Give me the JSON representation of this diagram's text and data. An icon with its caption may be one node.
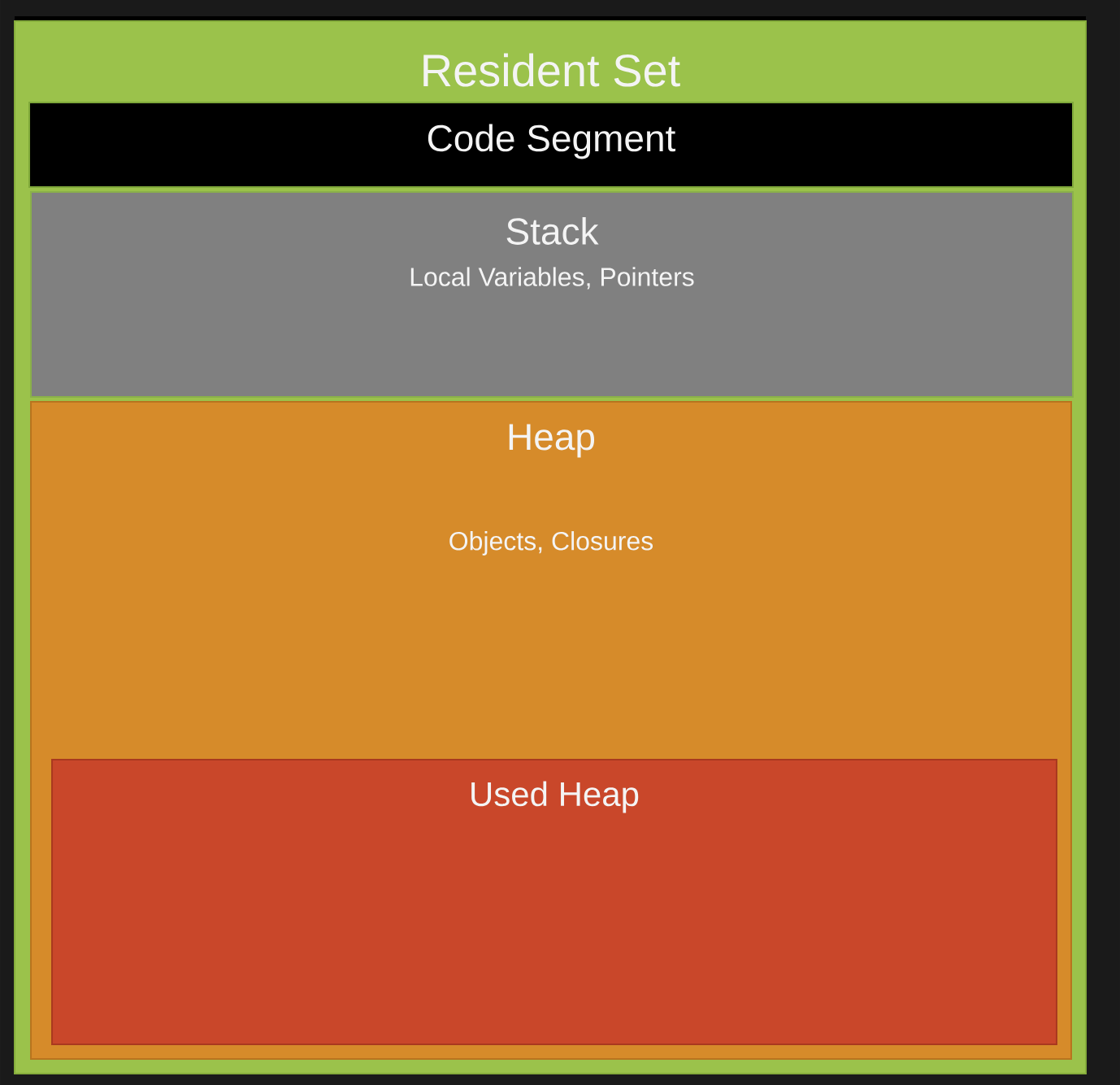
{
  "diagram": {
    "nodes": [
      {
        "text": [
          "Resident Set"
        ]
      },
      {
        "text": [
          "Code Segment"
        ],
        "in": 0
      },
      {
        "text": [
          "Stack",
          "Local Variables, Pointers"
        ],
        "in": 0
      },
      {
        "text": [
          "Heap",
          "Objects, Closures"
        ],
        "in": 0
      },
      {
        "text": [
          "Used Heap"
        ],
        "in": 3
      }
    ]
  }
}
